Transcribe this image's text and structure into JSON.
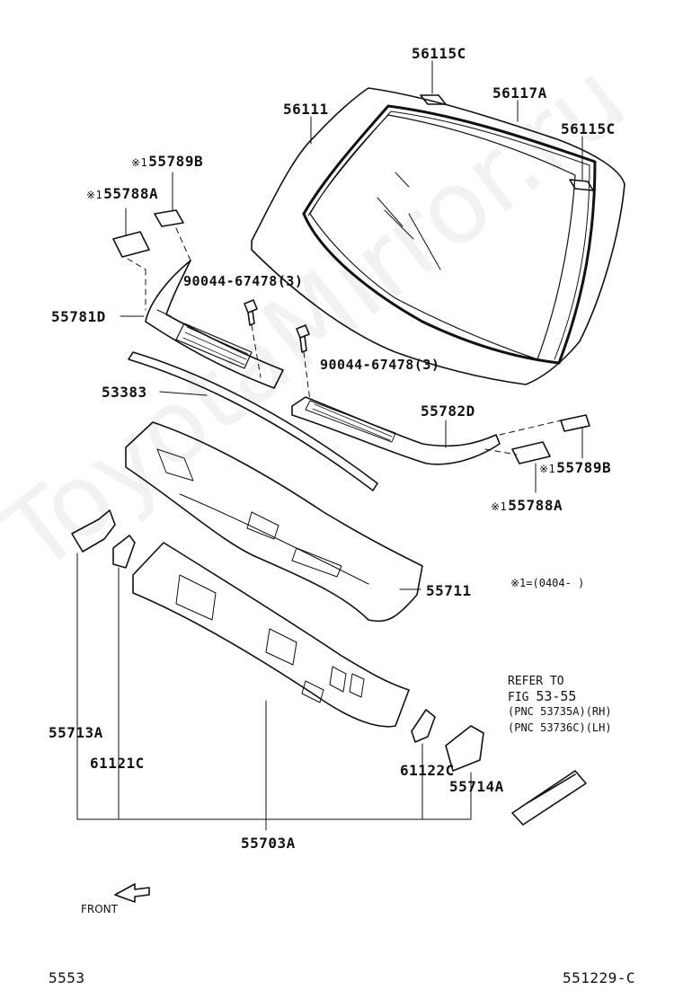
{
  "watermark": "ToyotaMirror.ru",
  "note_prefix": "※1",
  "labels": {
    "p56115c_top": "56115C",
    "p56117a": "56117A",
    "p56111": "56111",
    "p56115c_right": "56115C",
    "p55789b_left": "55789B",
    "p55788a_left": "55788A",
    "p90044_upper": "90044-67478(3)",
    "p55781d": "55781D",
    "p90044_lower": "90044-67478(3)",
    "p53383": "53383",
    "p55782d": "55782D",
    "p55789b_right": "55789B",
    "p55788a_right": "55788A",
    "p55711": "55711",
    "p55713a": "55713A",
    "p61121c": "61121C",
    "p61122c": "61122C",
    "p55714a": "55714A",
    "p55703a": "55703A"
  },
  "footnote": "※1=(0404-    )",
  "refer": {
    "line1": "REFER TO",
    "fig_prefix": "FIG",
    "fig_number": "53-55",
    "pnc_rh": "(PNC 53735A)(RH)",
    "pnc_lh": "(PNC 53736C)(LH)"
  },
  "front_label": "FRONT",
  "footer": {
    "left": "5553",
    "right": "551229-C"
  }
}
